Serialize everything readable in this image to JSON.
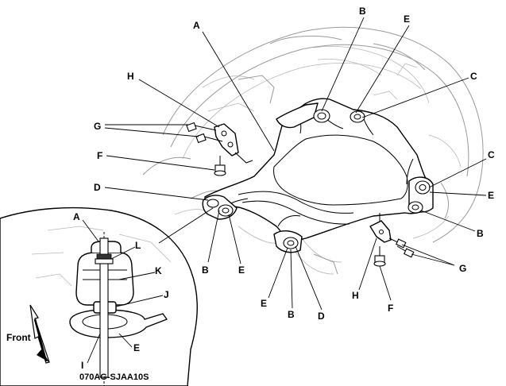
{
  "callouts": {
    "A_top": "A",
    "B_top": "B",
    "E_top": "E",
    "C_top": "C",
    "H_left": "H",
    "G_left": "G",
    "F_left": "F",
    "D_left": "D",
    "B_left": "B",
    "E_left": "E",
    "C_right": "C",
    "E_right": "E",
    "B_right": "B",
    "G_right": "G",
    "E_bottom": "E",
    "B_bottom": "B",
    "D_bottom": "D",
    "H_bottom": "H",
    "F_bottom": "F",
    "A_inset": "A",
    "L_inset": "L",
    "K_inset": "K",
    "J_inset": "J",
    "I_inset": "I",
    "E_inset": "E"
  },
  "front_label": "Front",
  "figure_code": "070AG-SJAA10S",
  "icons": {
    "front_arrow": "front-direction-arrow-icon"
  }
}
